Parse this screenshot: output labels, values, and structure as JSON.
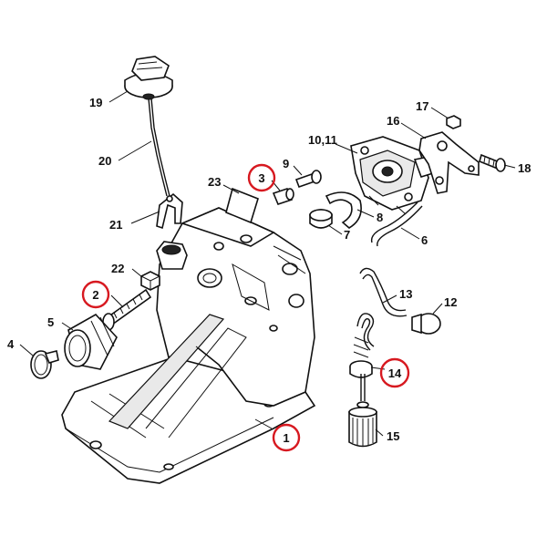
{
  "diagram": {
    "highlight_color": "#d71920",
    "labels": {
      "p1": "1",
      "p2": "2",
      "p3": "3",
      "p4": "4",
      "p5": "5",
      "p6": "6",
      "p7": "7",
      "p8": "8",
      "p9": "9",
      "p10_11": "10,11",
      "p12": "12",
      "p13": "13",
      "p14": "14",
      "p15": "15",
      "p16": "16",
      "p17": "17",
      "p18": "18",
      "p19": "19",
      "p20": "20",
      "p21": "21",
      "p22": "22",
      "p23": "23"
    },
    "highlighted": [
      "p1",
      "p2",
      "p3",
      "p14"
    ]
  }
}
